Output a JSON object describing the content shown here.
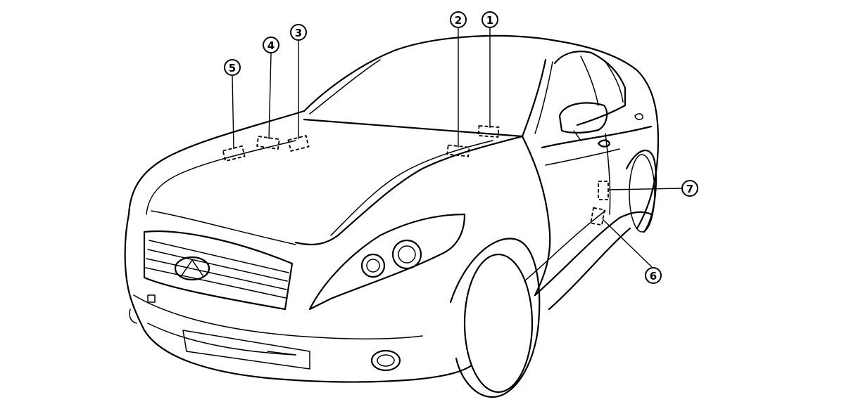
{
  "callouts": [
    {
      "label": "1",
      "target": "label-location-1"
    },
    {
      "label": "2",
      "target": "label-location-2"
    },
    {
      "label": "3",
      "target": "label-location-3"
    },
    {
      "label": "4",
      "target": "label-location-4"
    },
    {
      "label": "5",
      "target": "label-location-5"
    },
    {
      "label": "6",
      "target": "label-location-6"
    },
    {
      "label": "7",
      "target": "label-location-7"
    }
  ],
  "colors": {
    "line": "#000000",
    "background": "#ffffff"
  }
}
